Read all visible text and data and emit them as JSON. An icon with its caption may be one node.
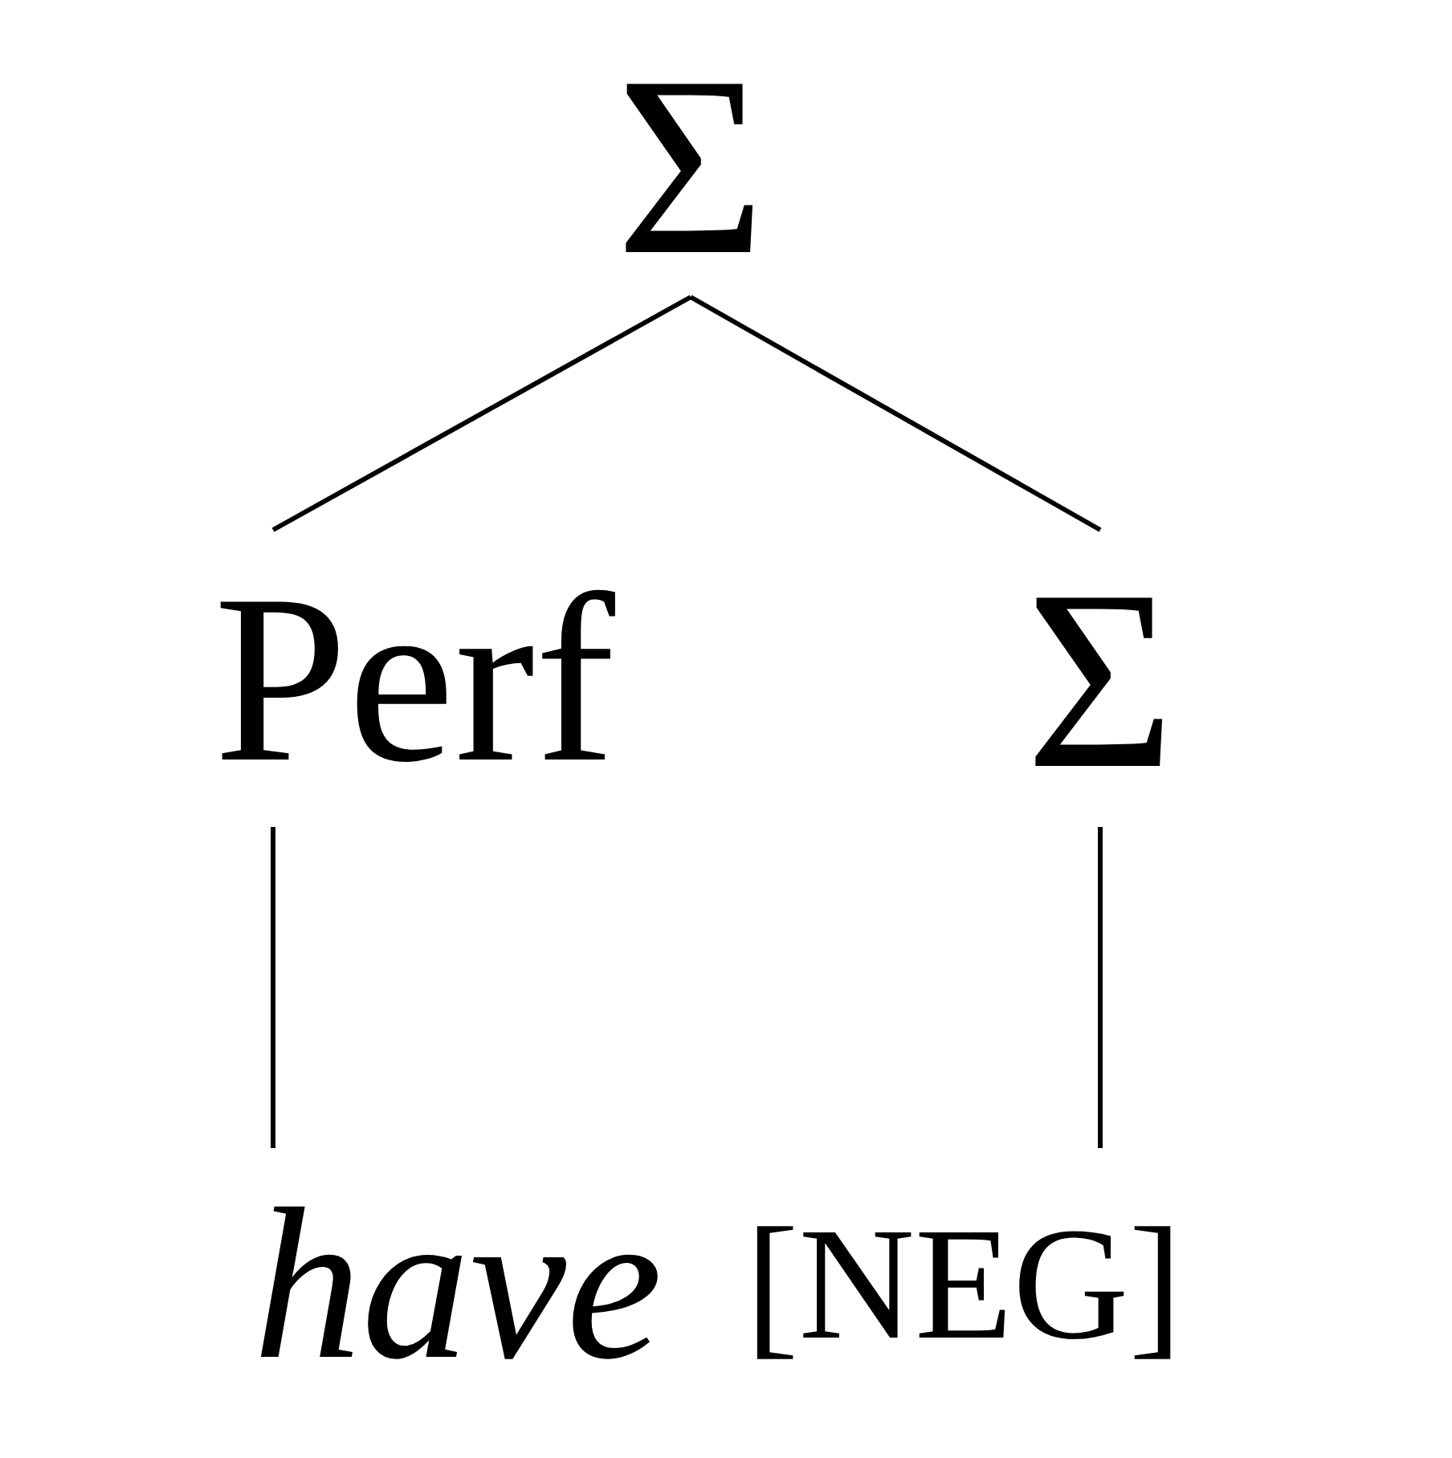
{
  "diagram": {
    "nodes": [
      {
        "text": [
          "Σ"
        ]
      },
      {
        "text": [
          "Perf"
        ]
      },
      {
        "text": [
          "Σ"
        ]
      },
      {
        "text": [
          "have"
        ]
      },
      {
        "text": [
          "[NEG]"
        ]
      }
    ],
    "edges": [
      {
        "from": 0,
        "to": 1,
        "arrow": "none"
      },
      {
        "from": 0,
        "to": 2,
        "arrow": "none"
      },
      {
        "from": 1,
        "to": 3,
        "arrow": "none"
      },
      {
        "from": 2,
        "to": 4,
        "arrow": "none"
      }
    ]
  }
}
